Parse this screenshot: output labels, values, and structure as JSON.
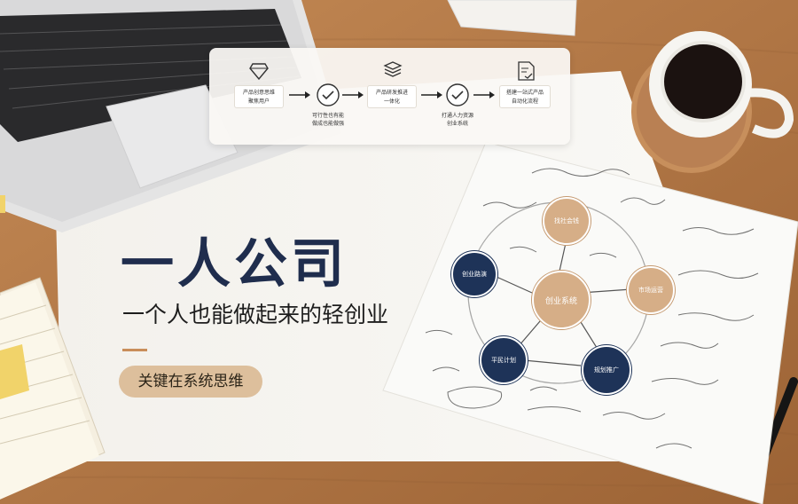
{
  "hero": {
    "title": "一人公司",
    "subtitle": "一个人也能做起来的轻创业",
    "tag": "关键在系统思维"
  },
  "flow_panel": {
    "steps": [
      {
        "icon": "diamond-icon",
        "label": "产品创意思维 \n聚焦用户"
      },
      {
        "icon": "stack-layers-icon",
        "label": "产品研发推进 \n一体化"
      },
      {
        "icon": "document-check-icon",
        "label": "搭建一站式产品 \n自动化流程"
      }
    ],
    "checks": [
      {
        "label": "可行性也有能 \n做成也能做强"
      },
      {
        "label": "打通人力资源 \n创业系统"
      }
    ]
  },
  "diagram": {
    "center": "创业系统",
    "nodes": [
      "找社会钱",
      "创业路演",
      "市场运营",
      "平民计划",
      "规划推广"
    ]
  },
  "colors": {
    "navy": "#1e3358",
    "tan": "#d6ae87",
    "accent": "#c98e5a",
    "pill": "#ddbf9c"
  }
}
